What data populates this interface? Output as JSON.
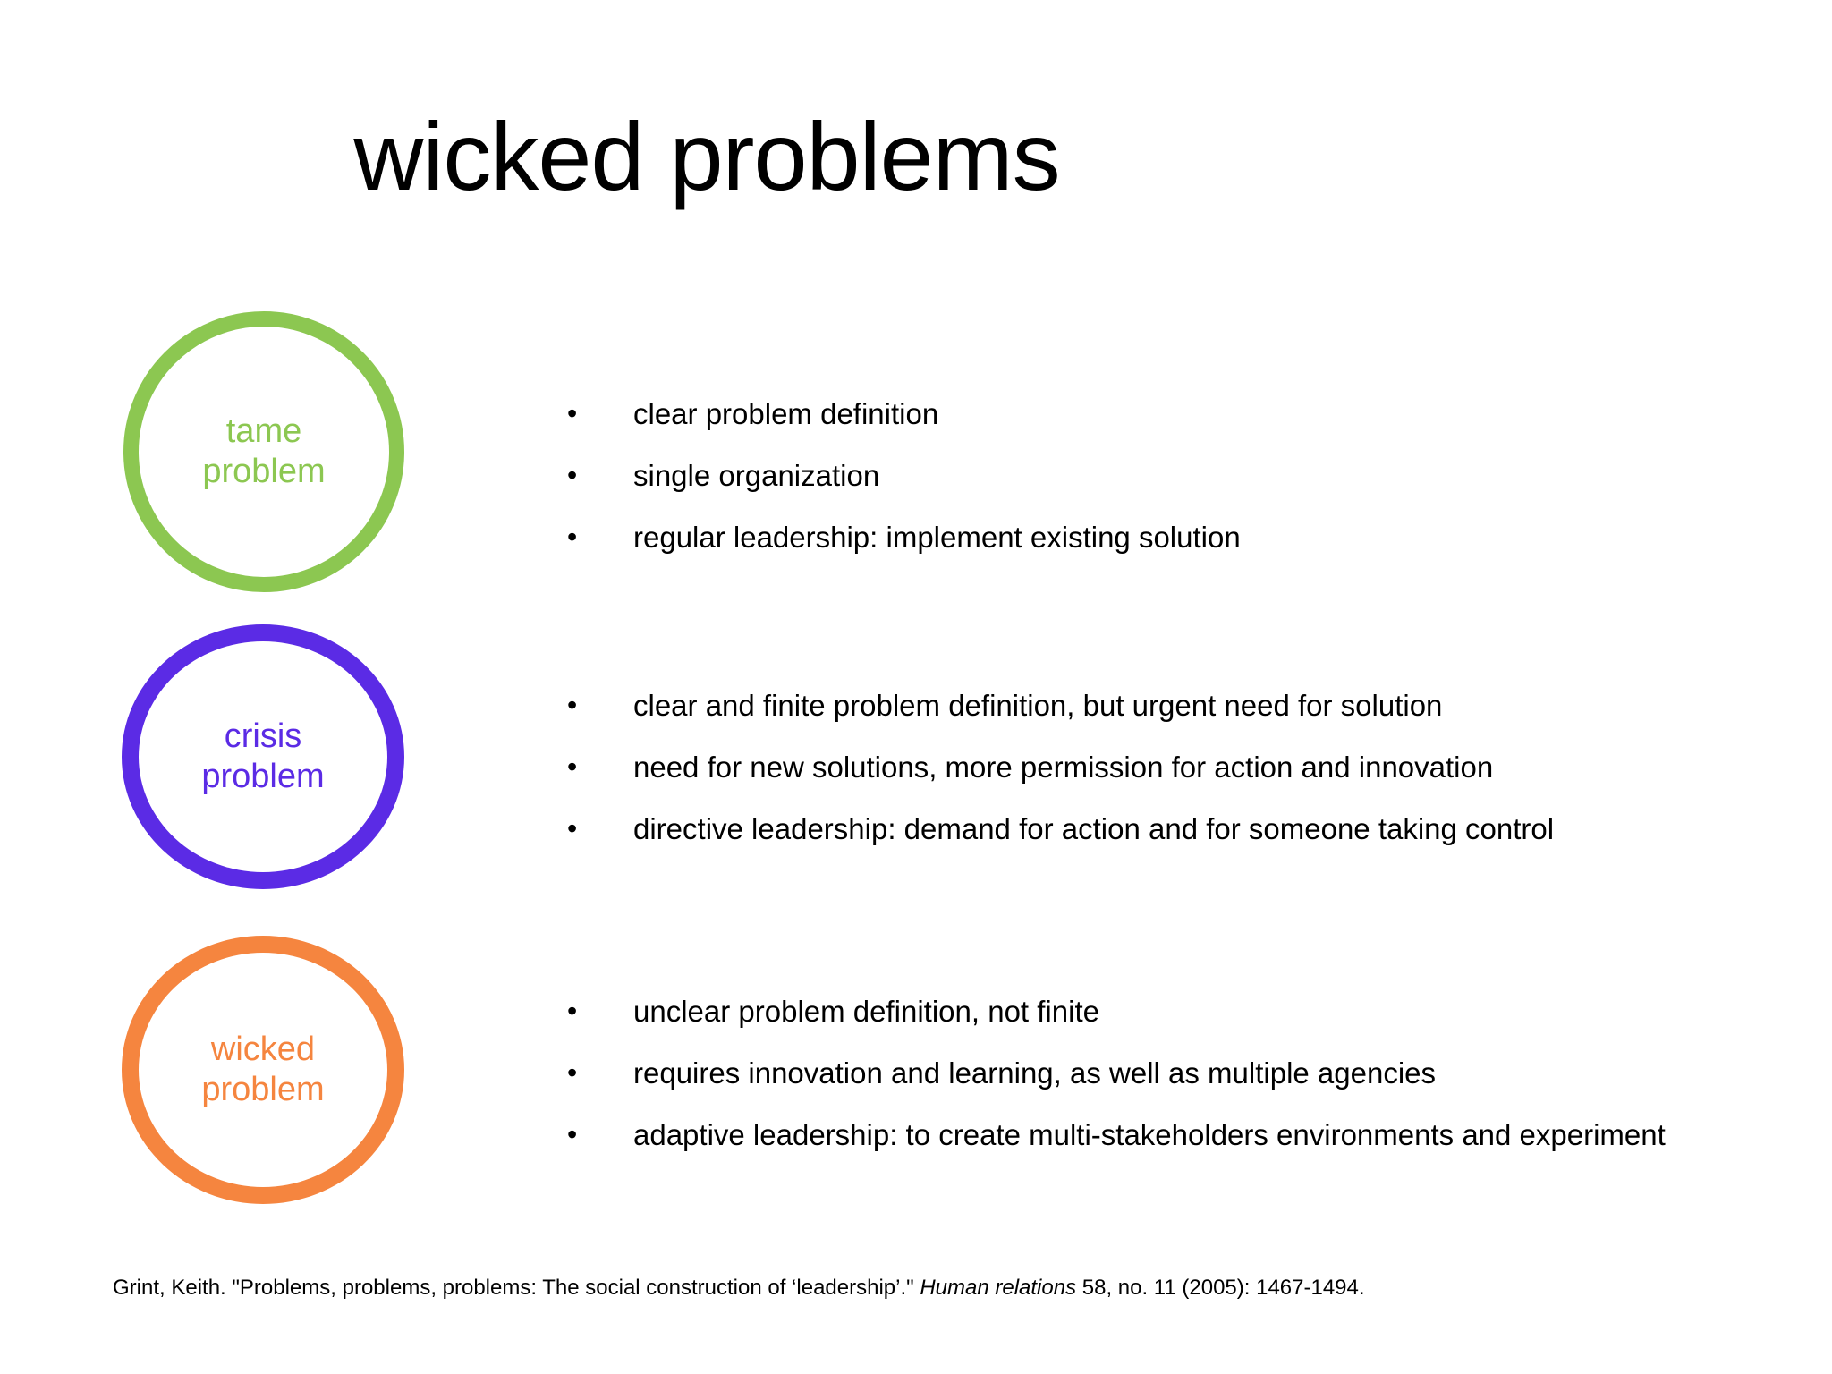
{
  "slide": {
    "title": "wicked problems",
    "background_color": "#ffffff",
    "text_color": "#000000"
  },
  "colors": {
    "tame": "#8CC751",
    "crisis": "#5B2BE5",
    "wicked": "#F5853F"
  },
  "bullet_marker": "•",
  "categories": [
    {
      "key": "tame",
      "label": "tame\nproblem",
      "color": "#8CC751",
      "bullets": [
        "clear problem definition",
        "single organization",
        "regular leadership: implement existing solution"
      ]
    },
    {
      "key": "crisis",
      "label": "crisis\nproblem",
      "color": "#5B2BE5",
      "bullets": [
        "clear and finite problem definition, but urgent need for solution",
        "need for new solutions, more permission for action and innovation",
        "directive leadership: demand for action and for someone taking control"
      ]
    },
    {
      "key": "wicked",
      "label": "wicked\nproblem",
      "color": "#F5853F",
      "bullets": [
        "unclear problem definition, not finite",
        "requires innovation and learning, as well as multiple agencies",
        "adaptive leadership: to create multi-stakeholders environments and experiment"
      ]
    }
  ],
  "citation": {
    "author_and_title": "Grint, Keith. \"Problems, problems, problems: The social construction of ‘leadership’.\" ",
    "journal": "Human relations",
    "details": " 58, no. 11 (2005): 1467-1494."
  }
}
